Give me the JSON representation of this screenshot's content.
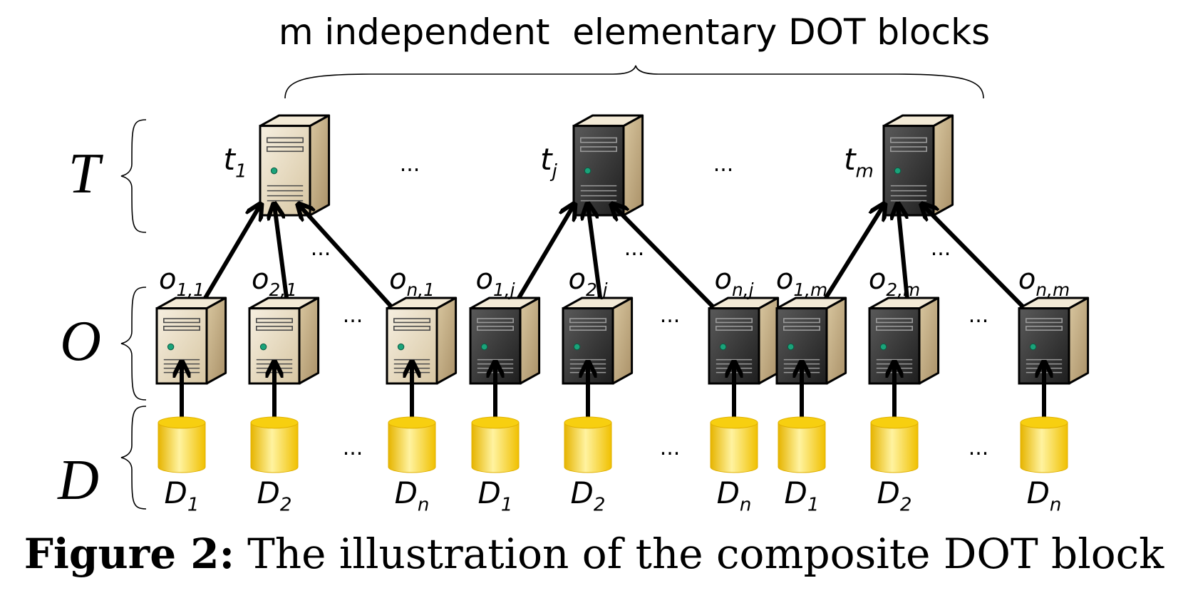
{
  "title": "m independent  elementary DOT blocks",
  "layers": [
    {
      "key": "T",
      "label": "T"
    },
    {
      "key": "O",
      "label": "O"
    },
    {
      "key": "D",
      "label": "D"
    }
  ],
  "ellipsis": "...",
  "blocks": [
    {
      "theme": "light",
      "top_base": "t",
      "top_sub": "1",
      "owners": [
        {
          "base": "o",
          "sub": "1,1"
        },
        {
          "base": "o",
          "sub": "2,1"
        },
        {
          "base": "o",
          "sub": "n,1"
        }
      ],
      "datasets": [
        {
          "base": "D",
          "sub": "1"
        },
        {
          "base": "D",
          "sub": "2"
        },
        {
          "base": "D",
          "sub": "n"
        }
      ]
    },
    {
      "theme": "dark",
      "top_base": "t",
      "top_sub": "j",
      "owners": [
        {
          "base": "o",
          "sub": "1,j"
        },
        {
          "base": "o",
          "sub": "2,j"
        },
        {
          "base": "o",
          "sub": "n,j"
        }
      ],
      "datasets": [
        {
          "base": "D",
          "sub": "1"
        },
        {
          "base": "D",
          "sub": "2"
        },
        {
          "base": "D",
          "sub": "n"
        }
      ]
    },
    {
      "theme": "dark",
      "top_base": "t",
      "top_sub": "m",
      "owners": [
        {
          "base": "o",
          "sub": "1,m"
        },
        {
          "base": "o",
          "sub": "2,m"
        },
        {
          "base": "o",
          "sub": "n,m"
        }
      ],
      "datasets": [
        {
          "base": "D",
          "sub": "1"
        },
        {
          "base": "D",
          "sub": "2"
        },
        {
          "base": "D",
          "sub": "n"
        }
      ]
    }
  ],
  "caption": {
    "label": "Figure 2:",
    "text": "The illustration of the composite DOT block"
  },
  "colors": {
    "server_light": "#e8dcc2",
    "server_side": "#c9b48e",
    "server_dark_front": "#3a3a3a",
    "database_yellow": "#f5c400",
    "database_highlight": "#fff6b0",
    "arrow": "#000000"
  }
}
